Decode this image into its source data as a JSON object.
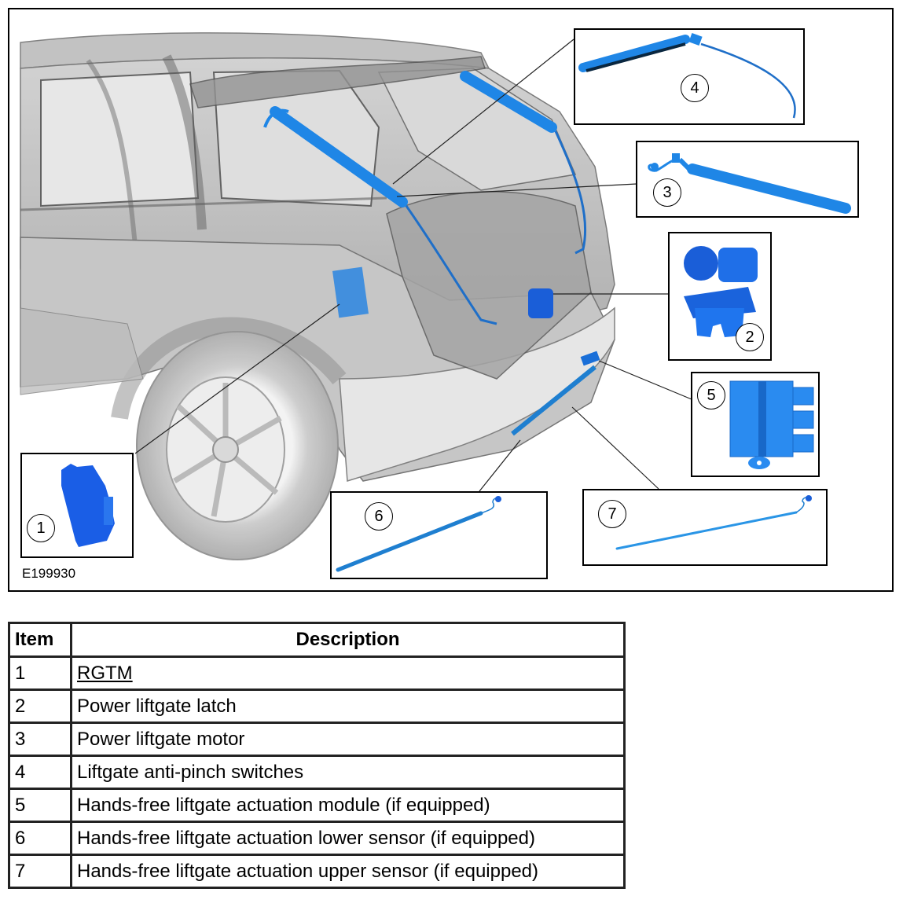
{
  "figure": {
    "id_label": "E199930",
    "part_color": "#1f7fe0",
    "callouts": [
      {
        "number": "1",
        "part": "RGTM"
      },
      {
        "number": "2",
        "part": "Power liftgate latch"
      },
      {
        "number": "3",
        "part": "Power liftgate motor"
      },
      {
        "number": "4",
        "part": "Liftgate anti-pinch switches"
      },
      {
        "number": "5",
        "part": "Hands-free liftgate actuation module"
      },
      {
        "number": "6",
        "part": "Hands-free liftgate actuation lower sensor"
      },
      {
        "number": "7",
        "part": "Hands-free liftgate actuation upper sensor"
      }
    ]
  },
  "table": {
    "headers": {
      "item": "Item",
      "description": "Description"
    },
    "rows": [
      {
        "item": "1",
        "description": "RGTM",
        "is_link": true
      },
      {
        "item": "2",
        "description": "Power liftgate latch"
      },
      {
        "item": "3",
        "description": "Power liftgate motor"
      },
      {
        "item": "4",
        "description": "Liftgate anti-pinch switches"
      },
      {
        "item": "5",
        "description": "Hands-free liftgate actuation module (if equipped)"
      },
      {
        "item": "6",
        "description": "Hands-free liftgate actuation lower sensor (if equipped)"
      },
      {
        "item": "7",
        "description": "Hands-free liftgate actuation upper sensor (if equipped)"
      }
    ]
  }
}
